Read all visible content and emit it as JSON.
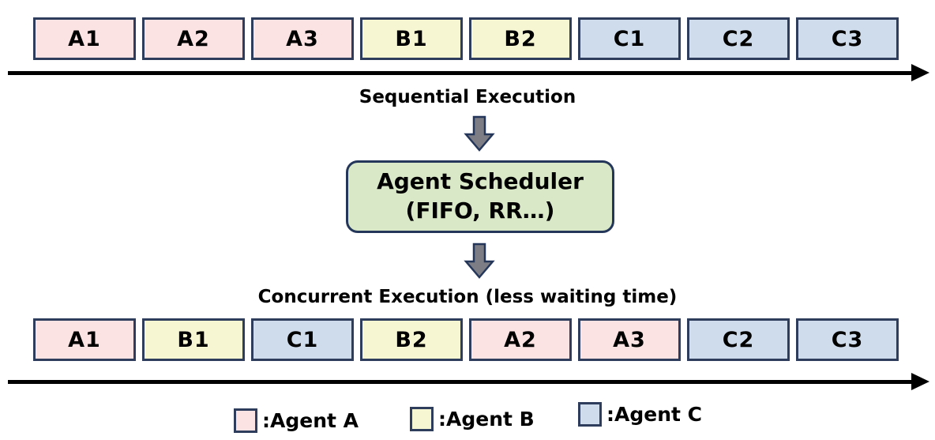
{
  "diagram": {
    "title_hint": "Agent scheduling: sequential vs concurrent execution",
    "sequential_label": "Sequential Execution",
    "concurrent_label": "Concurrent Execution (less waiting time)",
    "scheduler": {
      "line1": "Agent Scheduler",
      "line2": "(FIFO, RR…)"
    },
    "top_row": [
      {
        "label": "A1",
        "agent": "A"
      },
      {
        "label": "A2",
        "agent": "A"
      },
      {
        "label": "A3",
        "agent": "A"
      },
      {
        "label": "B1",
        "agent": "B"
      },
      {
        "label": "B2",
        "agent": "B"
      },
      {
        "label": "C1",
        "agent": "C"
      },
      {
        "label": "C2",
        "agent": "C"
      },
      {
        "label": "C3",
        "agent": "C"
      }
    ],
    "bottom_row": [
      {
        "label": "A1",
        "agent": "A"
      },
      {
        "label": "B1",
        "agent": "B"
      },
      {
        "label": "C1",
        "agent": "C"
      },
      {
        "label": "B2",
        "agent": "B"
      },
      {
        "label": "A2",
        "agent": "A"
      },
      {
        "label": "A3",
        "agent": "A"
      },
      {
        "label": "C2",
        "agent": "C"
      },
      {
        "label": "C3",
        "agent": "C"
      }
    ],
    "legend": [
      {
        "agent": "A",
        "label": ":Agent A"
      },
      {
        "agent": "B",
        "label": ":Agent B"
      },
      {
        "agent": "C",
        "label": ":Agent C"
      }
    ],
    "colors": {
      "agent_a_fill": "#FBE3E4",
      "agent_b_fill": "#F7F6D3",
      "agent_c_fill": "#CFDCEC",
      "scheduler_fill": "#D9E8C7",
      "box_border": "#2E3D5C",
      "block_arrow_fill": "#7D7D85",
      "block_arrow_border": "#24365A",
      "timeline_arrow": "#000000"
    }
  }
}
